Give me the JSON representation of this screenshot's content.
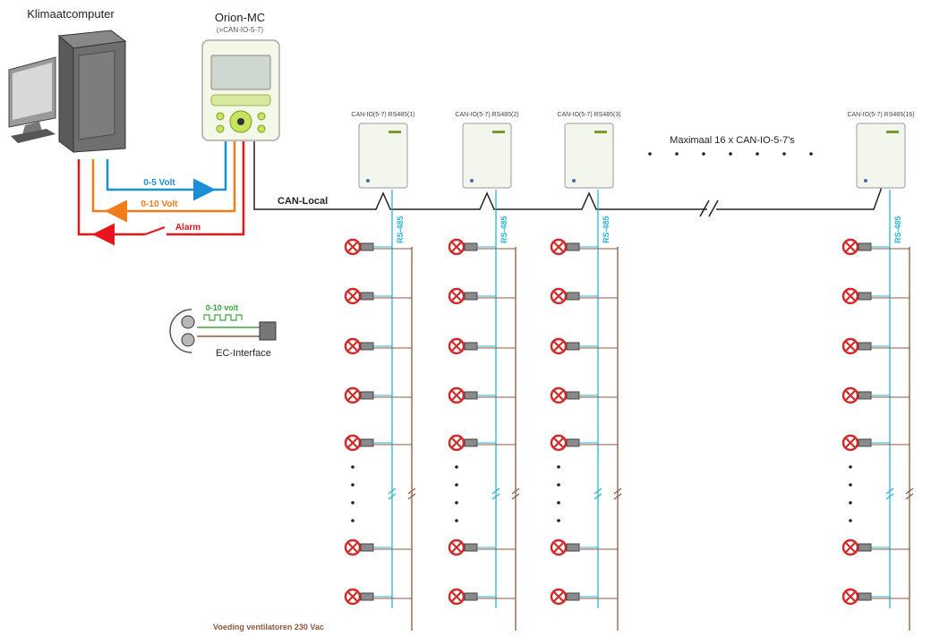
{
  "labels": {
    "computer": "Klimaatcomputer",
    "orion": "Orion-MC",
    "orion_sub": "(=CAN-IO-5-7)",
    "volt_05": "0-5 Volt",
    "volt_010": "0-10 Volt",
    "alarm": "Alarm",
    "can_local": "CAN-Local",
    "max16": "Maximaal 16 x CAN-IO-5-7's",
    "ec_signal": "0-10 volt",
    "ec_interface": "EC-Interface",
    "power": "Voeding ventilatoren 230 Vac",
    "rs485": "RS-485"
  },
  "modules": [
    {
      "label": "CAN-IO(5-7) RS485(1)"
    },
    {
      "label": "CAN-IO(5-7) RS485(2)"
    },
    {
      "label": "CAN-IO(5-7) RS485(3)"
    },
    {
      "label": "CAN-IO(5-7) RS485(16)"
    }
  ],
  "colors": {
    "volt05": "#1a8fd6",
    "volt010": "#f07d1a",
    "alarm": "#e8141e",
    "rs485": "#28b5d8",
    "power": "#8b5a3c",
    "ec_green": "#3aa63a",
    "fan_red": "#d42a2a"
  }
}
